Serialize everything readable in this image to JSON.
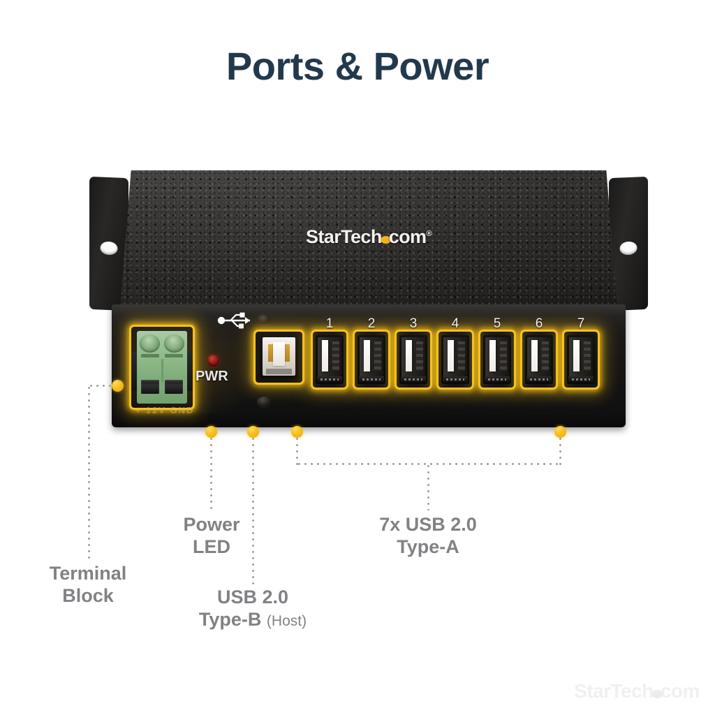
{
  "page": {
    "title": "Ports & Power",
    "title_color": "#22394d",
    "background": "#ffffff",
    "watermark": "StarTech.com"
  },
  "device": {
    "brand_logo": "StarTech.com",
    "registered_mark": "®",
    "accent_glow_color": "#f9c21b",
    "chassis_color": "#1a1816",
    "mounting_brackets": [
      {
        "name": "left-mounting-bracket"
      },
      {
        "name": "right-mounting-bracket"
      }
    ],
    "front_panel": {
      "terminal_block": {
        "label": "+ 12V GND",
        "connector_color": "#8cb886"
      },
      "power_led": {
        "label": "PWR",
        "led_color": "#a81f18"
      },
      "usb_symbol": "usb-trident-icon",
      "type_b_port": {
        "name": "usb-type-b-port"
      },
      "type_a_ports": [
        {
          "number": "1"
        },
        {
          "number": "2"
        },
        {
          "number": "3"
        },
        {
          "number": "4"
        },
        {
          "number": "5"
        },
        {
          "number": "6"
        },
        {
          "number": "7"
        }
      ]
    }
  },
  "callouts": [
    {
      "id": "terminal-block",
      "line1": "Terminal",
      "line2": "Block",
      "sub": ""
    },
    {
      "id": "power-led",
      "line1": "Power",
      "line2": "LED",
      "sub": ""
    },
    {
      "id": "usb-type-b",
      "line1": "USB 2.0",
      "line2": "Type-B",
      "sub": "(Host)"
    },
    {
      "id": "usb-type-a",
      "line1": "7x USB 2.0",
      "line2": "Type-A",
      "sub": ""
    }
  ]
}
